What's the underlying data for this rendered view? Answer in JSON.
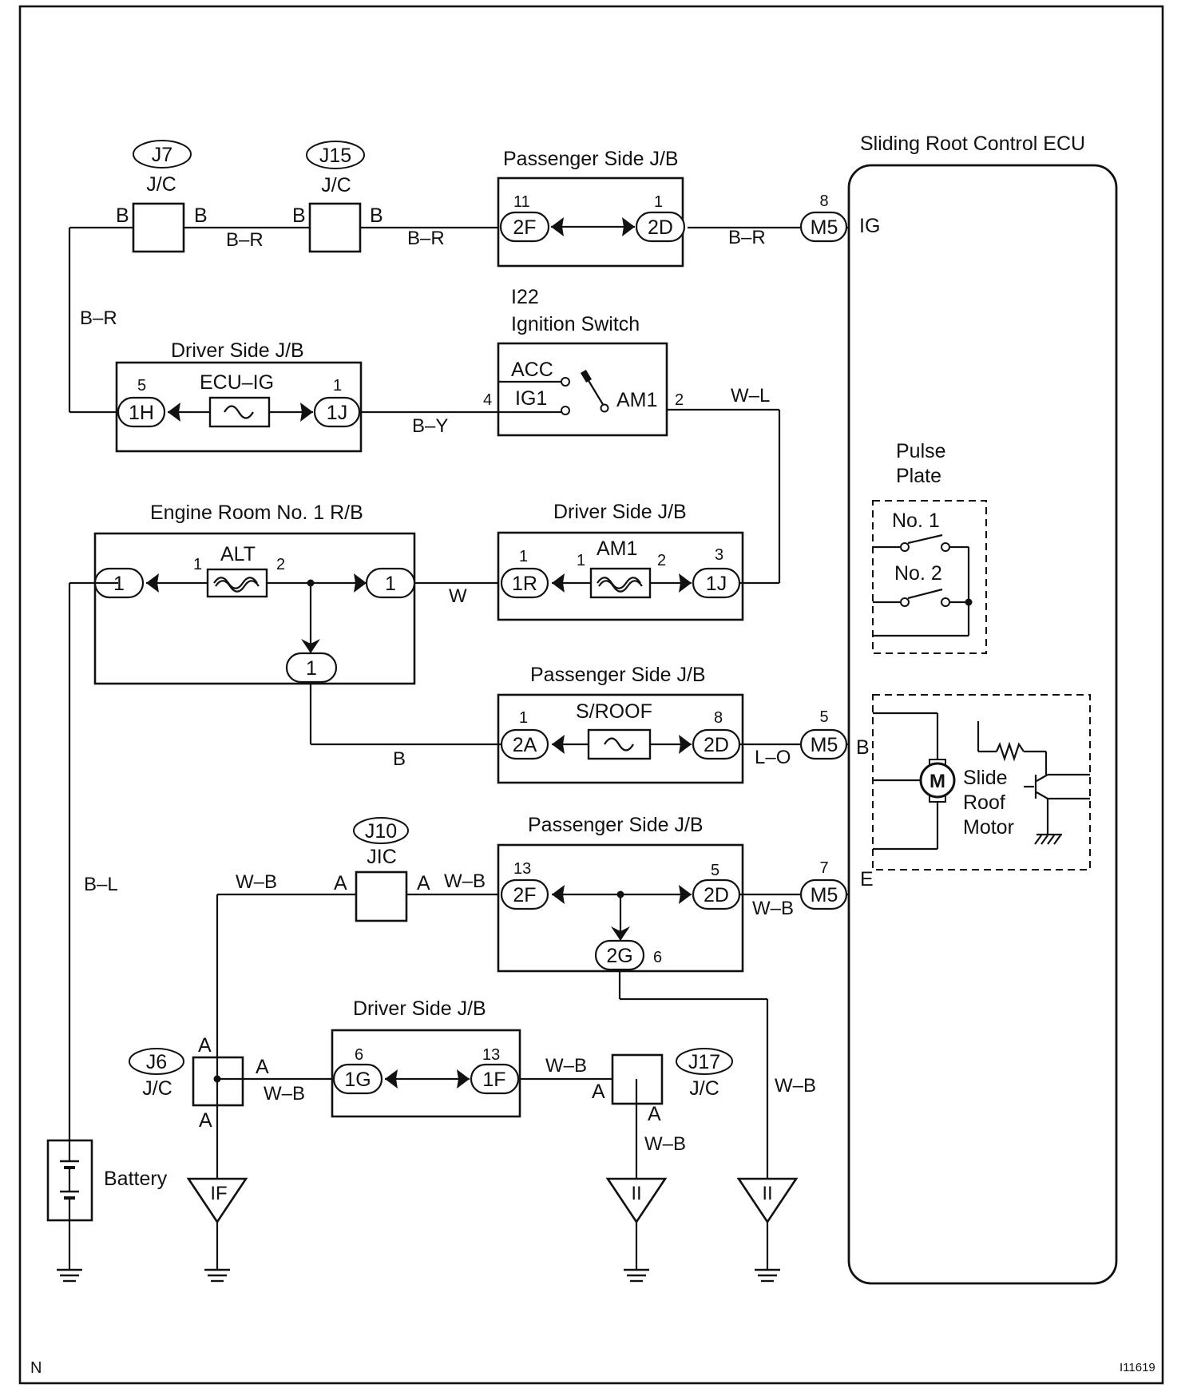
{
  "corner_left": "N",
  "corner_right": "I11619",
  "ecu": {
    "title": "Sliding Root Control ECU",
    "ig": "IG",
    "b": "B",
    "e": "E"
  },
  "pulse_plate": {
    "line1": "Pulse",
    "line2": "Plate",
    "no1": "No. 1",
    "no2": "No. 2"
  },
  "motor": {
    "m": "M",
    "line1": "Slide",
    "line2": "Roof",
    "line3": "Motor"
  },
  "jc": {
    "j7": "J7",
    "j15": "J15",
    "j10": "J10",
    "j6": "J6",
    "j17": "J17",
    "jc_label": "J/C",
    "jc_label_alt": "JIC"
  },
  "blocks": {
    "psjb": "Passenger Side J/B",
    "dsjb": "Driver Side J/B",
    "ign_num": "I22",
    "ign_title": "Ignition Switch",
    "errb": "Engine Room No. 1 R/B",
    "battery": "Battery"
  },
  "fuses": {
    "ecu_ig": "ECU–IG",
    "alt": "ALT",
    "am1": "AM1",
    "sroof": "S/ROOF"
  },
  "ignition": {
    "acc": "ACC",
    "ig1": "IG1",
    "am1": "AM1"
  },
  "connectors": {
    "c2F": "2F",
    "c2D": "2D",
    "cM5": "M5",
    "c1H": "1H",
    "c1J": "1J",
    "c1": "1",
    "c1R": "1R",
    "c2A": "2A",
    "c2G": "2G",
    "c1G": "1G",
    "c1F": "1F"
  },
  "pins": {
    "p1": "1",
    "p2": "2",
    "p3": "3",
    "p4": "4",
    "p5": "5",
    "p6": "6",
    "p7": "7",
    "p8": "8",
    "p11": "11",
    "p13": "13"
  },
  "terminals": {
    "A": "A",
    "B": "B"
  },
  "wires": {
    "BR": "B–R",
    "BY": "B–Y",
    "WL": "W–L",
    "W": "W",
    "B": "B",
    "LO": "L–O",
    "WB": "W–B",
    "BL": "B–L"
  },
  "grounds": {
    "IF": "IF",
    "II": "II"
  }
}
